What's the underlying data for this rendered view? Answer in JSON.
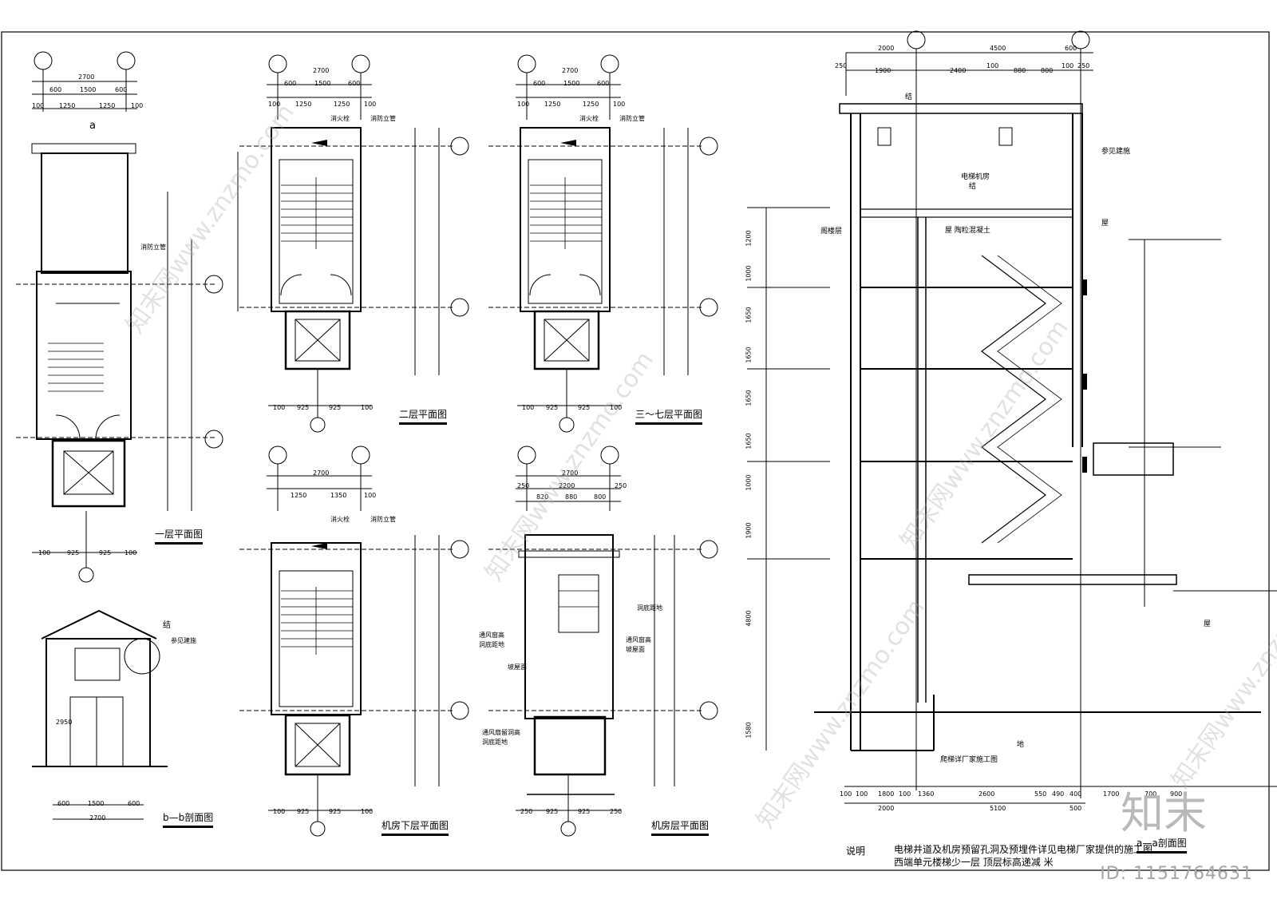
{
  "plans": {
    "p1": {
      "title": "一层平面图",
      "dims_top": [
        "2700",
        "600",
        "1500",
        "600",
        "100",
        "1250",
        "1250",
        "100"
      ],
      "dims_bottom": [
        "100",
        "925",
        "925",
        "100"
      ],
      "notes": [
        "消防立管"
      ],
      "section_mark": "a"
    },
    "p2": {
      "title": "二层平面图",
      "notes": [
        "消火栓",
        "消防立管"
      ],
      "dims_top": [
        "2700",
        "600",
        "1500",
        "600",
        "100",
        "1250",
        "1250",
        "100"
      ],
      "dims_bottom": [
        "100",
        "925",
        "925",
        "100"
      ]
    },
    "p3": {
      "title": "三～七层平面图",
      "notes": [
        "消火栓",
        "消防立管"
      ],
      "dims_top": [
        "2700",
        "600",
        "1500",
        "600",
        "100",
        "1250",
        "1250",
        "100"
      ],
      "dims_bottom": [
        "100",
        "925",
        "925",
        "100"
      ]
    },
    "p4": {
      "title": "机房下层平面图",
      "notes": [
        "消火栓",
        "消防立管"
      ],
      "dims_top": [
        "2700",
        "1250",
        "1350",
        "100"
      ],
      "dims_bottom": [
        "100",
        "925",
        "925",
        "100"
      ]
    },
    "p5": {
      "title": "机房层平面图",
      "notes": [
        "通风窗高",
        "洞底距地",
        "坡屋面",
        "通风扇留洞高",
        "洞底距地",
        "通风窗高",
        "洞底距地",
        "坡屋面"
      ],
      "dims_top": [
        "2700",
        "2200",
        "250",
        "820",
        "880",
        "800",
        "250"
      ],
      "dims_bottom": [
        "250",
        "925",
        "925",
        "250"
      ]
    },
    "bb": {
      "title": "b—b剖面图",
      "notes": [
        "结",
        "参见建施"
      ],
      "dims_bottom": [
        "600",
        "1500",
        "600",
        "2700"
      ],
      "height": "2950"
    }
  },
  "section_aa": {
    "title": "a—a剖面图",
    "labels": [
      "电梯机房",
      "阁楼层",
      "屋 陶粒混凝土",
      "参见建施",
      "屋",
      "屋",
      "结",
      "结",
      "地",
      "爬梯详厂家施工图"
    ],
    "dims_top": [
      "2000",
      "4500",
      "600",
      "250",
      "1900",
      "2400",
      "100",
      "880",
      "800",
      "100",
      "250"
    ],
    "dims_bottom": [
      "100",
      "100",
      "1800",
      "100",
      "1360",
      "2600",
      "550",
      "490",
      "400",
      "1700",
      "700",
      "900",
      "2000",
      "5100",
      "500"
    ],
    "levels_left": [
      "1200",
      "1000",
      "1650",
      "1650",
      "1650",
      "1650",
      "1000",
      "1900",
      "4800",
      "1580"
    ]
  },
  "note": {
    "label": "说明",
    "lines": [
      "电梯井道及机房预留孔洞及预埋件详见电梯厂家提供的施工图",
      "西端单元楼梯少一层 顶层标高递减 米"
    ]
  },
  "watermark": "知末网www.znzmo.com",
  "brand": "知末",
  "image_id": "ID: 1151764631"
}
